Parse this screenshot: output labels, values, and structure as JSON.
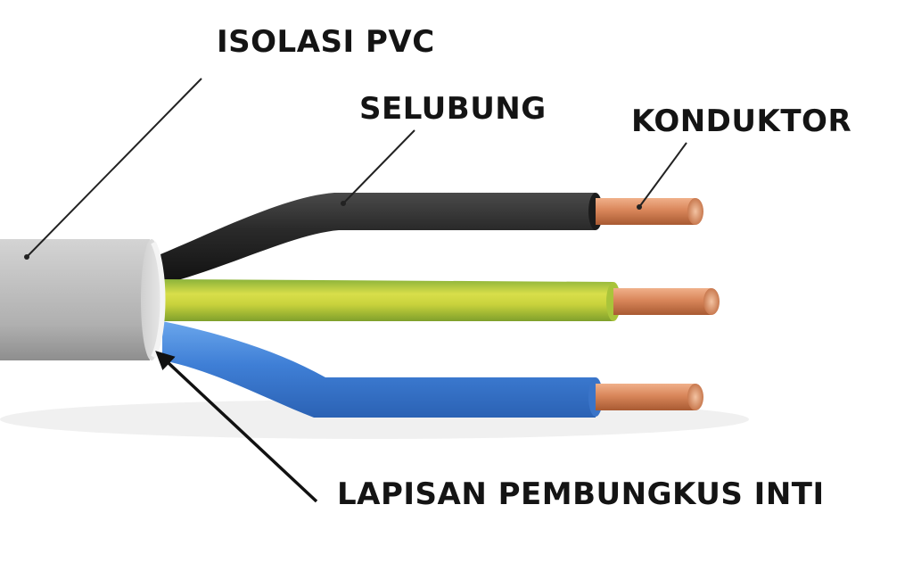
{
  "labels": {
    "outer_insulation": "ISOLASI PVC",
    "sheath": "SELUBUNG",
    "conductor": "KONDUKTOR",
    "core_wrapping": "LAPISAN PEMBUNGKUS INTI"
  },
  "colors": {
    "outer_jacket": "#c9c9c9",
    "black_wire": "#262626",
    "yellow_green_wire": "#b8cc3a",
    "blue_wire": "#4a86d8",
    "copper": "#d9865a",
    "label_text": "#141414"
  }
}
